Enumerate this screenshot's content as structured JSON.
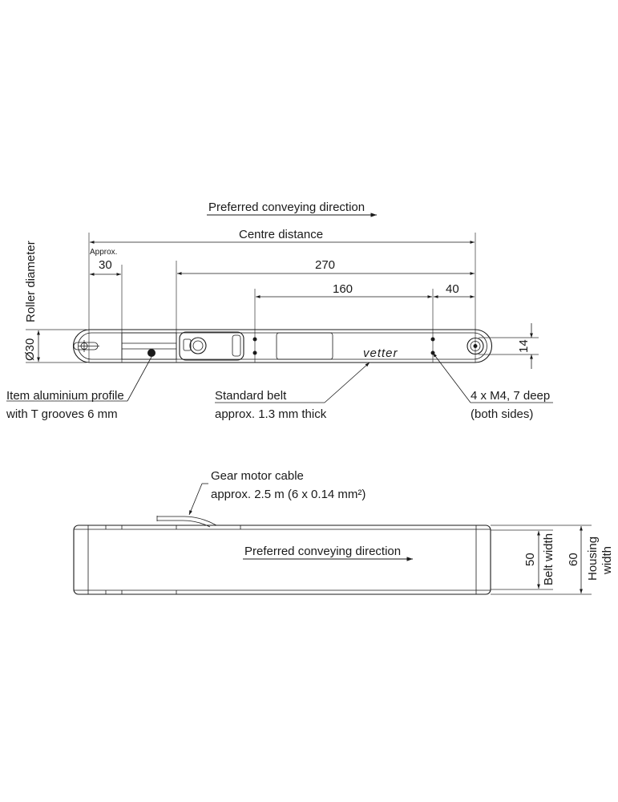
{
  "top_view": {
    "direction_label": "Preferred conveying direction",
    "centre_distance_label": "Centre distance",
    "approx_label": "Approx.",
    "dim_30": "30",
    "dim_270": "270",
    "dim_160": "160",
    "dim_40": "40",
    "roller_diameter_label": "Roller diameter",
    "roller_diameter_value": "Ø30",
    "dim_14": "14",
    "brand_logo": "vetter",
    "profile_label_line1": "Item aluminium profile",
    "profile_label_line2": "with T grooves 6 mm",
    "belt_label_line1": "Standard belt",
    "belt_label_line2": "approx. 1.3 mm thick",
    "holes_label_line1": "4 x M4, 7 deep",
    "holes_label_line2": "(both sides)"
  },
  "side_view": {
    "cable_label_line1": "Gear motor cable",
    "cable_label_line2": "approx. 2.5 m (6 x 0.14 mm²)",
    "direction_label": "Preferred conveying direction",
    "belt_width_value": "50",
    "belt_width_label": "Belt width",
    "housing_width_value": "60",
    "housing_width_label_line1": "Housing",
    "housing_width_label_line2": "width"
  }
}
